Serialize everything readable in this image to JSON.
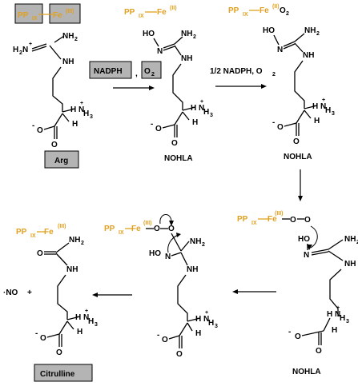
{
  "heme": {
    "pp": "PP",
    "ix": "IX",
    "fe": "Fe",
    "ox_iii": "(III)",
    "ox_ii": "(II)",
    "o2_sub": "2",
    "o": "O"
  },
  "atoms": {
    "N": "N",
    "H": "H",
    "O": "O",
    "NH": "NH",
    "HO": "HO",
    "NH2": "NH",
    "two": "2",
    "three": "3",
    "H2N": "H",
    "plus": "+",
    "minus": "-"
  },
  "reagents": {
    "nadph": "NADPH",
    "comma": ",",
    "o2": "O",
    "half_nadph": "1/2 NADPH, O",
    "half_nadph_sub": "2"
  },
  "labels": {
    "arg": "Arg",
    "nohla_1": "NOHLA",
    "nohla_2": "NOHLA",
    "nohla_3": "NOHLA",
    "citrulline": "Citrulline",
    "no": "·NO",
    "plus": "+"
  },
  "colors": {
    "heme": "#e0a020",
    "box_fill": "#b4b4b4",
    "ink": "#000000"
  }
}
